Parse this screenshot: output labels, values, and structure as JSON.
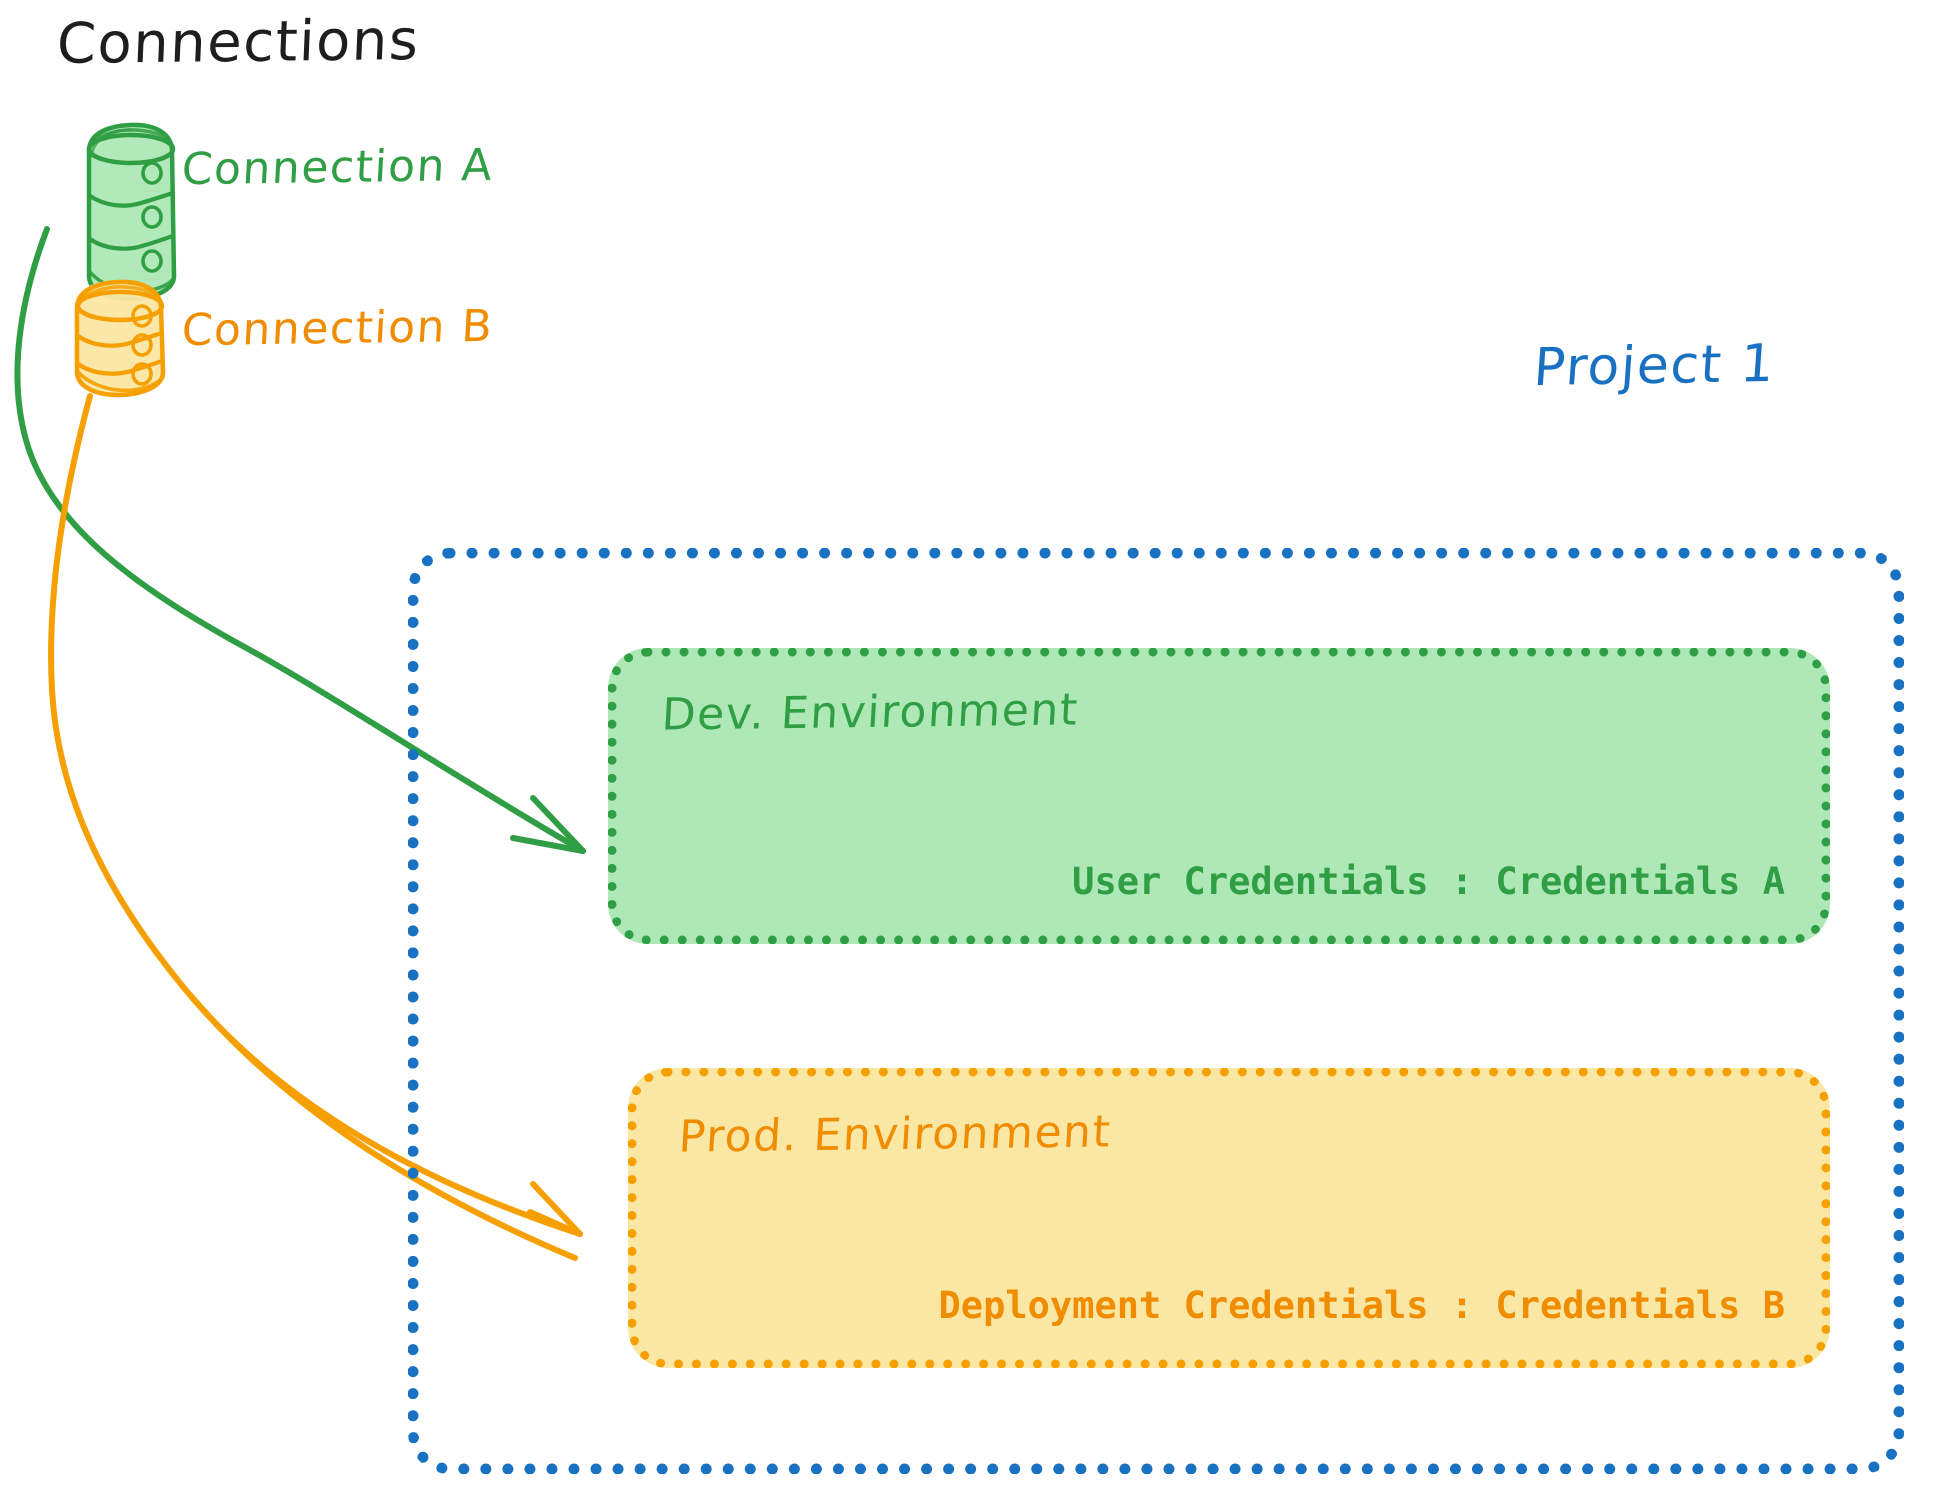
{
  "page": {
    "title": "Connections",
    "background": "#ffffff"
  },
  "palette": {
    "green_stroke": "#2f9e44",
    "green_fill": "#aee8b6",
    "orange_stroke": "#f59f00",
    "orange_text": "#f08c00",
    "orange_fill": "#fbe7a4",
    "blue": "#1971c2",
    "text_dark": "#1e1e1e"
  },
  "connections": {
    "heading": "Connections",
    "items": [
      {
        "id": "connection-a",
        "label": "Connection A",
        "color": "#2f9e44",
        "fill": "#aee8b6",
        "icon": "database-cylinder-icon"
      },
      {
        "id": "connection-b",
        "label": "Connection B",
        "color": "#f08c00",
        "fill": "#fbe7a4",
        "icon": "database-cylinder-icon"
      }
    ]
  },
  "project": {
    "label": "Project 1",
    "color": "#1971c2",
    "environments": [
      {
        "id": "dev-environment",
        "title": "Dev. Environment",
        "credentials_label": "User Credentials",
        "credentials_value": "Credentials A",
        "credentials_line": "User Credentials : Credentials A",
        "color": "#2f9e44",
        "fill": "#aee8b6"
      },
      {
        "id": "prod-environment",
        "title": "Prod. Environment",
        "credentials_label": "Deployment Credentials",
        "credentials_value": "Credentials B",
        "credentials_line": "Deployment Credentials : Credentials B",
        "color": "#f08c00",
        "fill": "#fbe7a4"
      }
    ]
  },
  "arrows": [
    {
      "id": "arrow-connection-a-to-dev",
      "from": "connection-a",
      "to": "dev-environment",
      "color": "#2f9e44"
    },
    {
      "id": "arrow-connection-b-to-prod",
      "from": "connection-b",
      "to": "prod-environment",
      "color": "#f59f00"
    }
  ]
}
